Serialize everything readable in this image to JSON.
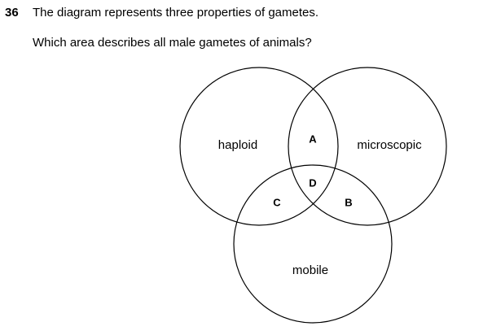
{
  "question": {
    "number": "36",
    "stem": "The diagram represents three properties of gametes.",
    "prompt": "Which area describes all male gametes of animals?"
  },
  "diagram": {
    "sets": [
      "haploid",
      "microscopic",
      "mobile"
    ],
    "regions": {
      "haploid_microscopic": "A",
      "microscopic_mobile": "B",
      "haploid_mobile": "C",
      "all_three": "D"
    }
  }
}
